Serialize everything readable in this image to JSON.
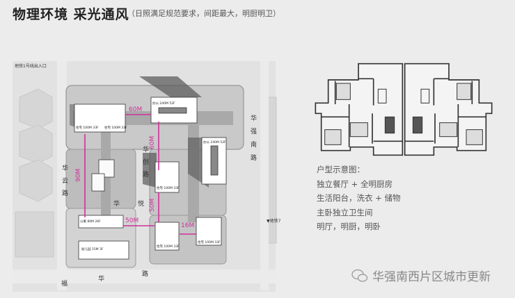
{
  "header": {
    "title": "物理环境 采光通风",
    "subtitle": "（日照满足规范要求，间距最大，明厨明卫）"
  },
  "site_plan": {
    "metro_entrance": "地铁1号线出入口",
    "metro_line7": "▼地铁7",
    "roads": {
      "huaqiang_south": [
        "华",
        "强",
        "南",
        "路"
      ],
      "huayun": [
        "华",
        "云",
        "路"
      ],
      "huachuang": [
        "华",
        "创",
        "路"
      ],
      "huayue": [
        "华",
        "悦"
      ],
      "fuhua": [
        "福",
        "华",
        "路"
      ]
    },
    "buildings": {
      "res_a": "住宅 100M 33F",
      "res_b": "住宅 100M 33F",
      "office_top": "办公 240M 52F",
      "office_right": "办公 240M 52F",
      "res_center": "住宅 100M 33F",
      "apartment": "公寓 80M 26F",
      "kindergarten": "幼儿园 15M 3F",
      "res_bottom": "住宅 100M 33F",
      "res_bottom_right": "住宅 100M 33F"
    },
    "distances": {
      "d1": "90M",
      "d2": "60M",
      "d3": "60M",
      "d4": "50M",
      "d5": "16M",
      "d6": "50M"
    },
    "accent_color": "#d0309a"
  },
  "unit_plan": {
    "legend": [
      "户型示意图：",
      "独立餐厅 + 全明厨房",
      "生活阳台，洗衣 + 储物",
      "主卧独立卫生间",
      "明厅，明厨，明卧"
    ]
  },
  "watermark": {
    "text": "华强南西片区城市更新",
    "icon": "wechat-icon"
  }
}
